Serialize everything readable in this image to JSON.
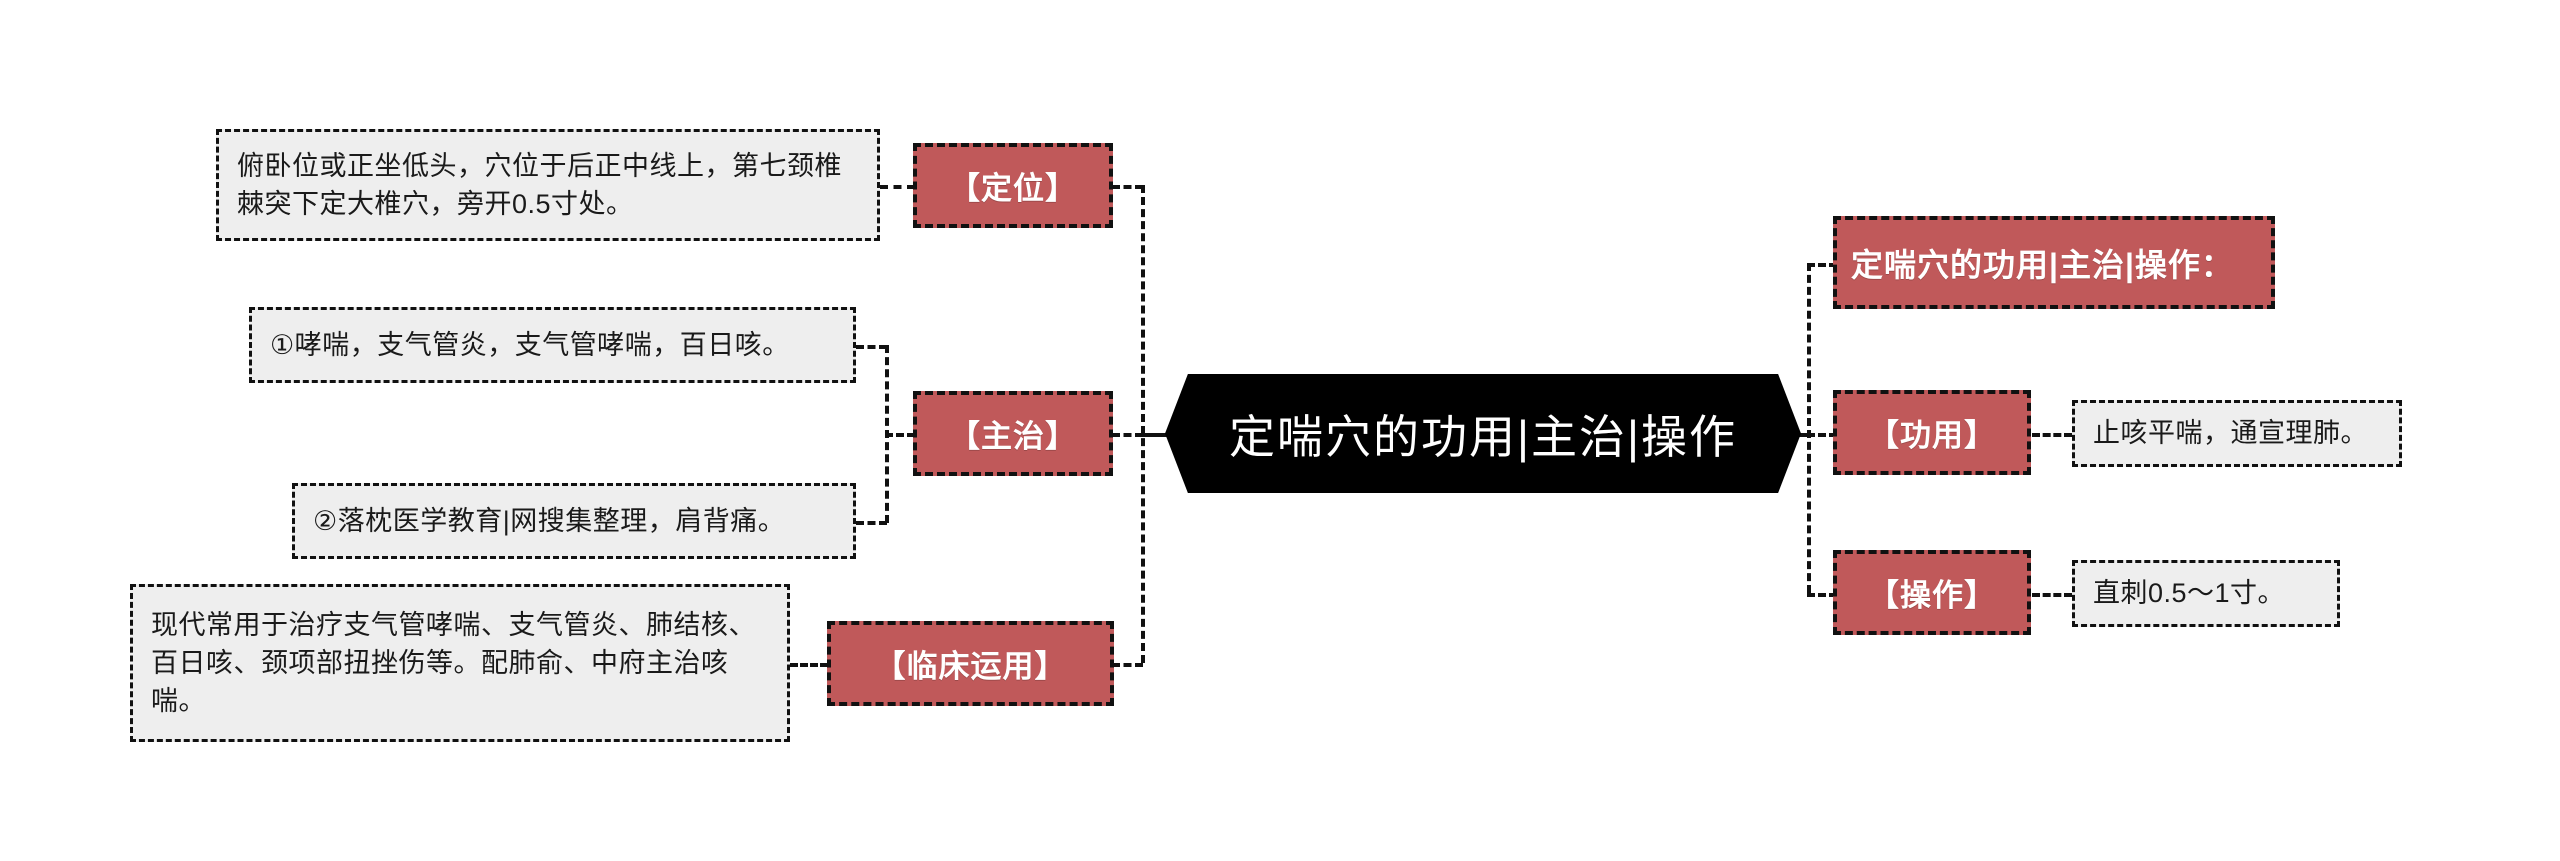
{
  "diagram": {
    "type": "mindmap",
    "root": {
      "label": "定喘穴的功用|主治|操作"
    },
    "banner": {
      "label": "定喘穴的功用|主治|操作："
    },
    "left_branches": [
      {
        "id": "dingwei",
        "label": "【定位】",
        "details": [
          "俯卧位或正坐低头，穴位于后正中线上，第七颈椎棘突下定大椎穴，旁开0.5寸处。"
        ]
      },
      {
        "id": "zhuzhi",
        "label": "【主治】",
        "details": [
          "①哮喘，支气管炎，支气管哮喘，百日咳。",
          "②落枕医学教育|网搜集整理，肩背痛。"
        ]
      },
      {
        "id": "linchuangyunyong",
        "label": "【临床运用】",
        "details": [
          "现代常用于治疗支气管哮喘、支气管炎、肺结核、百日咳、颈项部扭挫伤等。配肺俞、中府主治咳喘。"
        ]
      }
    ],
    "right_branches": [
      {
        "id": "gongyong",
        "label": "【功用】",
        "details": [
          "止咳平喘，通宣理肺。"
        ]
      },
      {
        "id": "caozuo",
        "label": "【操作】",
        "details": [
          "直刺0.5～1寸。"
        ]
      }
    ],
    "colors": {
      "category_fill": "#c0595a",
      "detail_fill": "#eeeeee",
      "root_fill": "#000000",
      "stroke": "#111111",
      "category_text": "#ffffff",
      "detail_text": "#1a1a1a"
    }
  }
}
